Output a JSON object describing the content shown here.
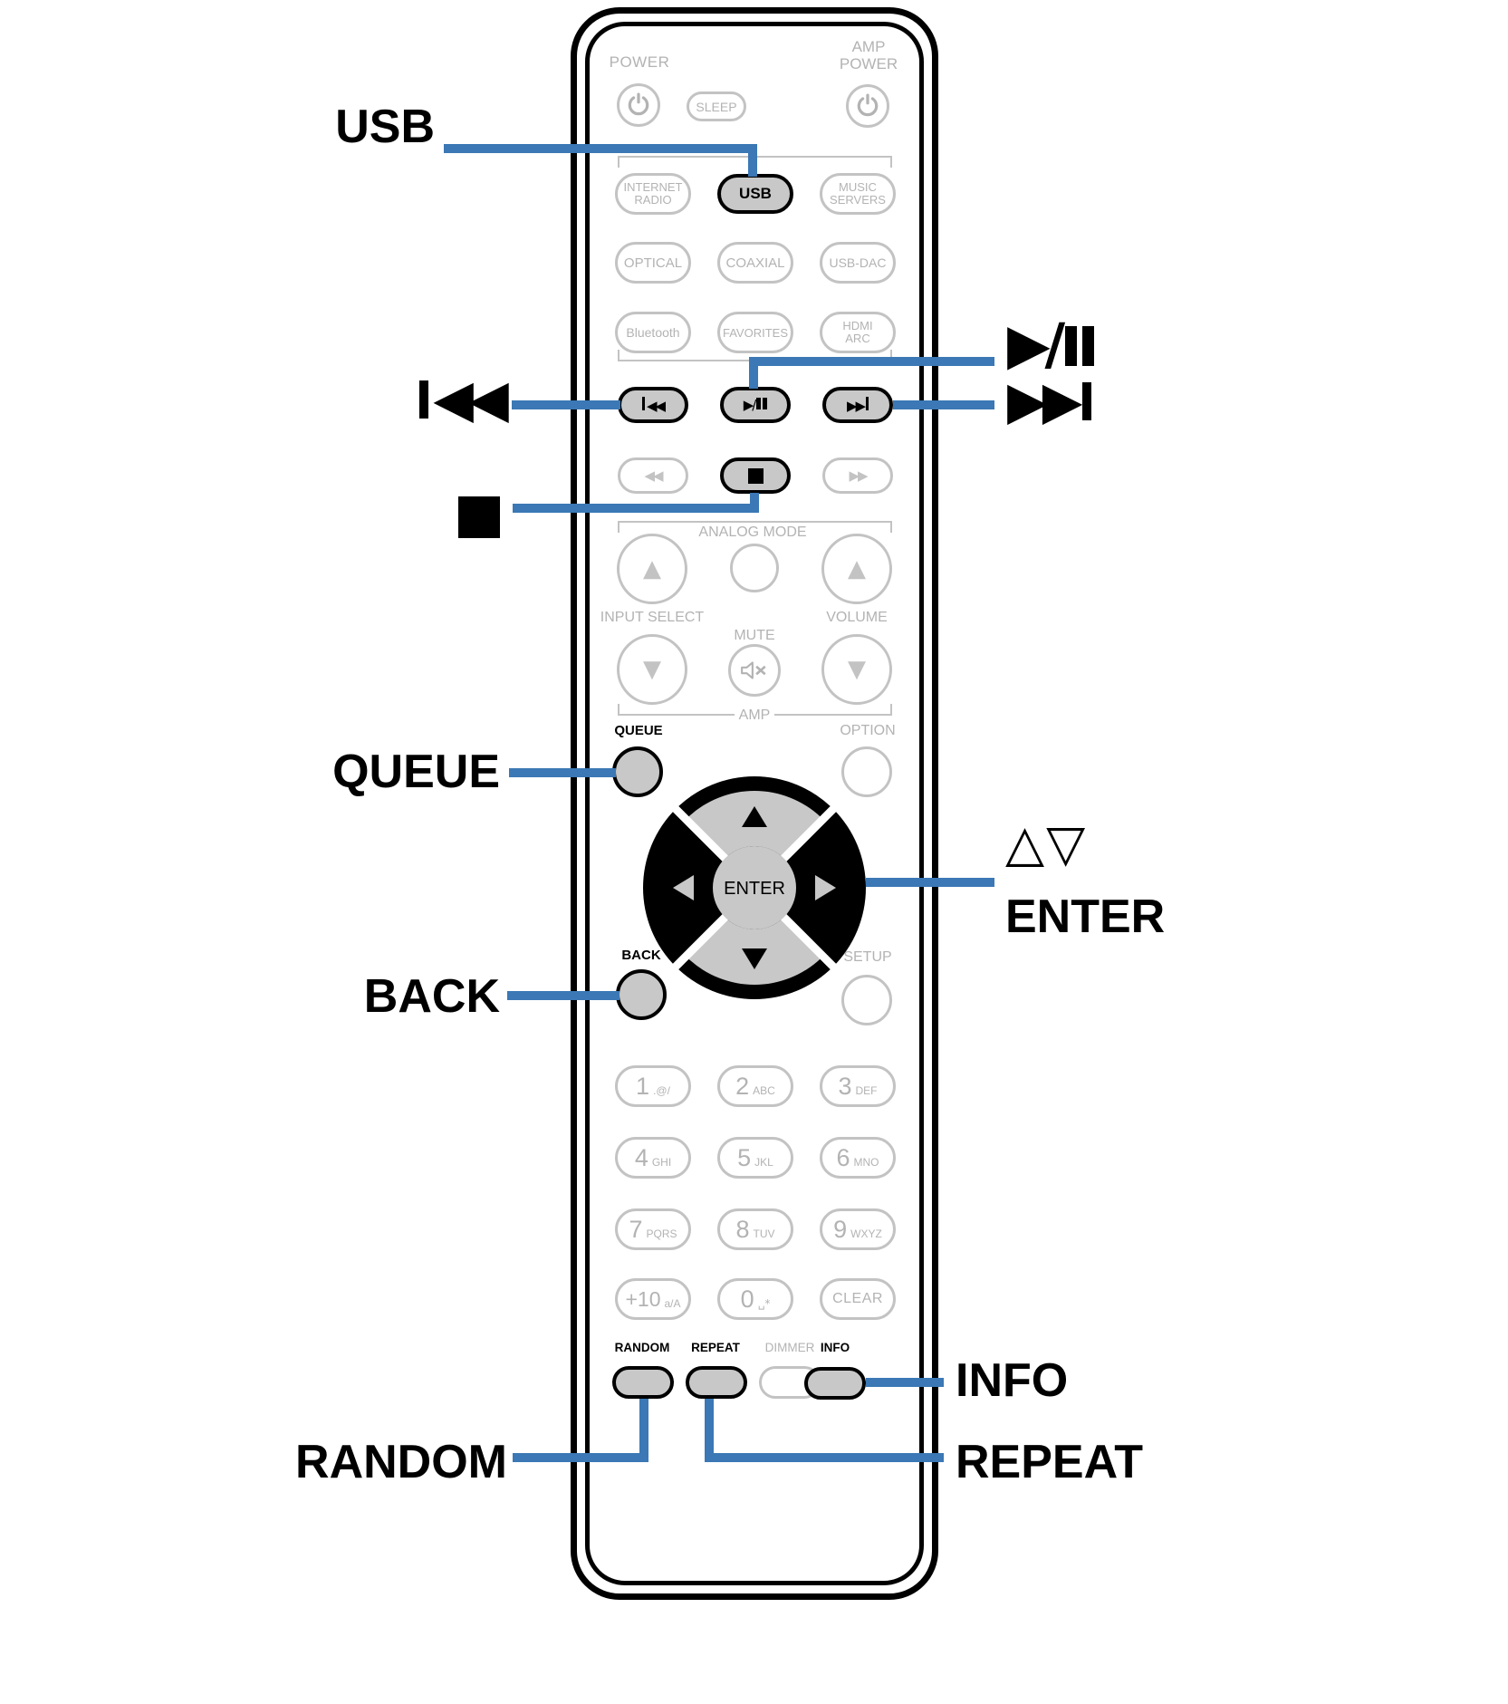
{
  "colors": {
    "callout_blue": "#3B78B5",
    "inactive_stroke": "#C3C3C3",
    "inactive_text": "#B3B3B3",
    "highlight_fill": "#C8C8C8",
    "highlight_border": "#000000"
  },
  "remote": {
    "power_label": "POWER",
    "sleep_label": "SLEEP",
    "amp_power_line1": "AMP",
    "amp_power_line2": "POWER",
    "sources": {
      "internet1": "INTERNET",
      "internet2": "RADIO",
      "usb": "USB",
      "music1": "MUSIC",
      "music2": "SERVERS",
      "optical": "OPTICAL",
      "coaxial": "COAXIAL",
      "usbdac": "USB-DAC",
      "bluetooth": "Bluetooth",
      "favorites": "FAVORITES",
      "hdmi1": "HDMI",
      "hdmi2": "ARC"
    },
    "transport": {
      "prev_tris": "◀◀",
      "play_tris": "▶/",
      "next_tris": "▶▶",
      "rew": "◀◀",
      "ffwd": "▶▶"
    },
    "analog_mode": "ANALOG MODE",
    "input_select": "INPUT SELECT",
    "mute": "MUTE",
    "volume": "VOLUME",
    "amp": "AMP",
    "up": "▲",
    "down": "▼",
    "queue": "QUEUE",
    "option": "OPTION",
    "enter": "ENTER",
    "back": "BACK",
    "setup": "SETUP",
    "keypad": [
      {
        "num": "1",
        "sub": ".@/"
      },
      {
        "num": "2",
        "sub": "ABC"
      },
      {
        "num": "3",
        "sub": "DEF"
      },
      {
        "num": "4",
        "sub": "GHI"
      },
      {
        "num": "5",
        "sub": "JKL"
      },
      {
        "num": "6",
        "sub": "MNO"
      },
      {
        "num": "7",
        "sub": "PQRS"
      },
      {
        "num": "8",
        "sub": "TUV"
      },
      {
        "num": "9",
        "sub": "WXYZ"
      },
      {
        "num": "+10",
        "sub": "a/A"
      },
      {
        "num": "0",
        "sub": "␣*"
      },
      {
        "num": "CLEAR",
        "sub": ""
      }
    ],
    "bottom": {
      "random": "RANDOM",
      "repeat": "REPEAT",
      "dimmer": "DIMMER",
      "info": "INFO"
    }
  },
  "callouts": {
    "usb": "USB",
    "skip_back_tris": "◀◀",
    "play_tris": "▶/",
    "skip_fwd_tris": "▶▶",
    "queue": "QUEUE",
    "updown": "△▽",
    "enter": "ENTER",
    "back": "BACK",
    "random": "RANDOM",
    "repeat": "REPEAT",
    "info": "INFO"
  }
}
